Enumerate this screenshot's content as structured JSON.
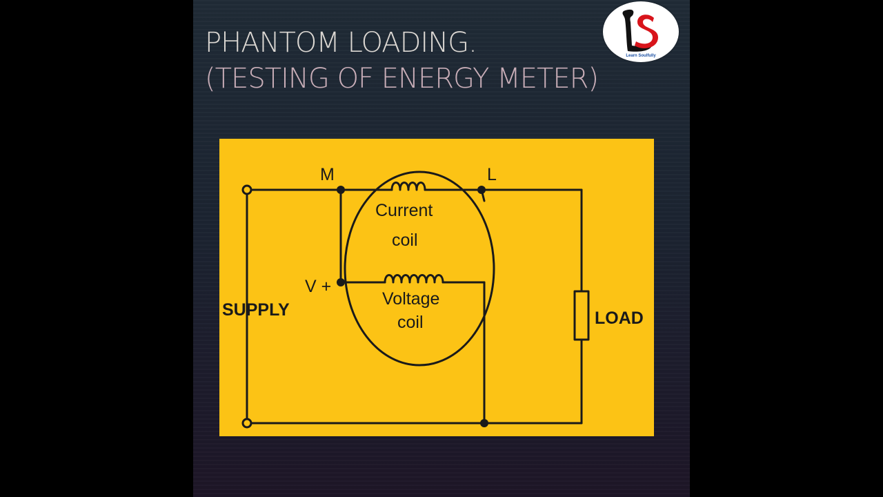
{
  "slide": {
    "title_line1": "PHANTOM LOADING.",
    "title_line2": "(TESTING OF ENERGY METER)"
  },
  "logo": {
    "mark": "LS",
    "tagline": "Learn Soulfully",
    "colors": {
      "letter_l": "#111111",
      "letter_s": "#d8141b",
      "tagline": "#1a4fa3"
    }
  },
  "diagram": {
    "background": "#fcc315",
    "terminal_m": "M",
    "terminal_l": "L",
    "voltage_terminal": "V +",
    "current_coil_line1": "Current",
    "current_coil_line2": "coil",
    "voltage_coil_line1": "Voltage",
    "voltage_coil_line2": "coil",
    "supply_label": "SUPPLY",
    "load_label": "LOAD"
  }
}
